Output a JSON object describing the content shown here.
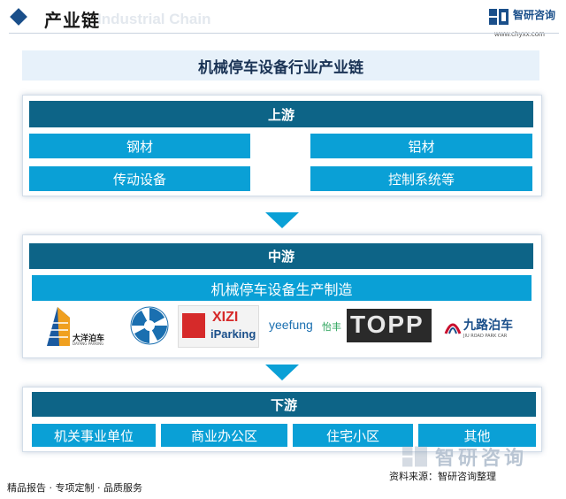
{
  "header": {
    "title": "产业链",
    "subtitle_ghost": "Industrial Chain",
    "brand_name": "智研咨询",
    "brand_url": "www.chyxx.com"
  },
  "diagram": {
    "title": "机械停车设备行业产业链",
    "upstream": {
      "label": "上游",
      "items": [
        "钢材",
        "铝材",
        "传动设备",
        "控制系统等"
      ]
    },
    "midstream": {
      "label": "中游",
      "item": "机械停车设备生产制造",
      "logos": [
        {
          "name": "大洋泊车",
          "sub": "DAYANG PARKING"
        },
        {
          "name": "",
          "sub": ""
        },
        {
          "name": "XIZI",
          "sub": "iParking"
        },
        {
          "name": "yeefung",
          "sub": "怡丰"
        },
        {
          "name": "TOPP",
          "sub": ""
        },
        {
          "name": "九路泊车",
          "sub": "JIU ROAD PARK CAR"
        }
      ]
    },
    "downstream": {
      "label": "下游",
      "items": [
        "机关事业单位",
        "商业办公区",
        "住宅小区",
        "其他"
      ]
    }
  },
  "footer": {
    "left": "精品报告 · 专项定制 · 品质服务",
    "source": "资料来源：智研咨询整理",
    "watermark": "智研咨询",
    "watermark_url": "www.chyxx.com"
  },
  "colors": {
    "stage_bar": "#0d6487",
    "item_box": "#0aa0d6",
    "title_bg": "#e7f1fa",
    "brand": "#1a4f8a"
  }
}
